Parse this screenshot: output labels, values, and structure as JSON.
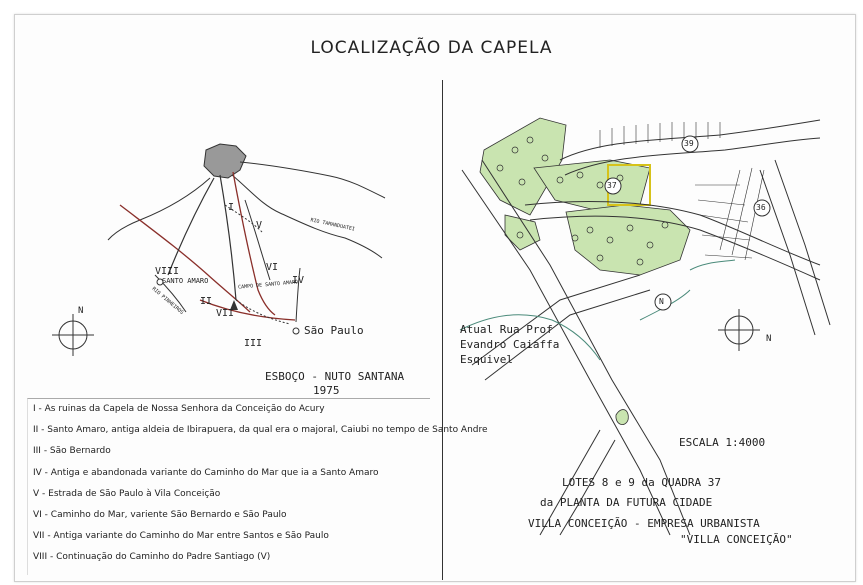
{
  "title": "LOCALIZAÇÃO DA CAPELA",
  "left_map": {
    "sketch_caption": "ESBOÇO - NUTO SANTANA",
    "year": "1975",
    "place_labels": [
      "SANTO AMARO",
      "São Paulo",
      "RIO TAMANDUATEI",
      "RIO PINHEIROS",
      "CAMPO DE SANTO AMARO"
    ],
    "roman_labels": [
      "I",
      "II",
      "III",
      "IV",
      "V",
      "VI",
      "VII",
      "VIII"
    ],
    "compass": "N"
  },
  "legend": [
    "I - As ruinas da Capela de Nossa Senhora da Conceição do Acury",
    "II - Santo Amaro, antiga aldeia de Ibirapuera, da qual era o majoral, Caiubi no tempo de Santo Andre",
    "III - São Bernardo",
    "IV - Antiga e abandonada variante do Caminho do Mar que ia a Santo Amaro",
    "V - Estrada de São Paulo à Vila Conceição",
    "VI - Caminho do Mar, variente São Bernardo e São Paulo",
    "VII - Antiga variante do Caminho do Mar entre Santos e São Paulo",
    "VIII - Continuação do Caminho do Padre Santiago (V)"
  ],
  "right_map": {
    "street_note": [
      "Atual Rua Prof",
      "Evandro Caiaffa",
      "Esquivel"
    ],
    "scale": "ESCALA 1:4000",
    "block_numbers": [
      "37",
      "39",
      "36"
    ],
    "north_marker": "N",
    "compass": "N",
    "lots_caption": [
      "LOTES 8 e 9 da QUADRA 37",
      "da PLANTA DA FUTURA CIDADE",
      "VILLA CONCEIÇÃO - EMPRESA URBANISTA",
      "\"VILLA CONCEIÇÃO\""
    ]
  },
  "colors": {
    "vegetation": "#c9e4b0",
    "highlight": "#d6c21a",
    "river": "#4a8a7a",
    "road": "#8a2f2a"
  }
}
